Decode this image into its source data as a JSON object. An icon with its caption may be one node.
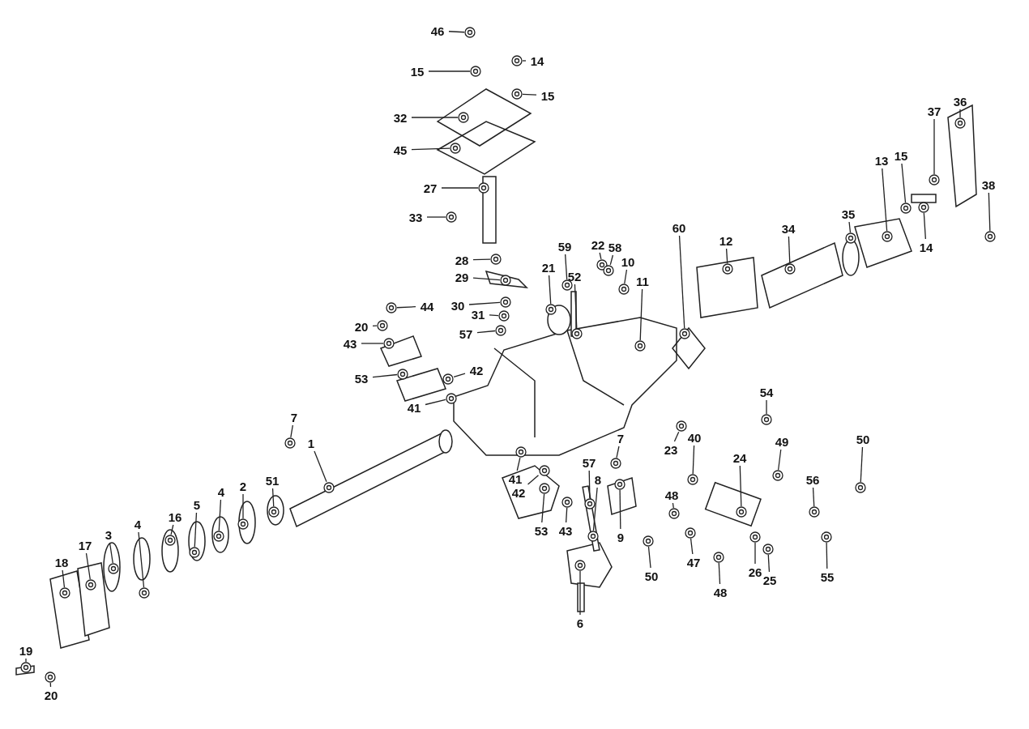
{
  "diagram": {
    "nodes": [
      {
        "text": [
          "46"
        ]
      },
      {
        "text": [
          "14"
        ]
      },
      {
        "text": [
          "15"
        ]
      },
      {
        "text": [
          "15"
        ]
      },
      {
        "text": [
          "32"
        ]
      },
      {
        "text": [
          "45"
        ]
      },
      {
        "text": [
          "27"
        ]
      },
      {
        "text": [
          "33"
        ]
      },
      {
        "text": [
          "28"
        ]
      },
      {
        "text": [
          "29"
        ]
      },
      {
        "text": [
          "30"
        ]
      },
      {
        "text": [
          "31"
        ]
      },
      {
        "text": [
          "57"
        ]
      },
      {
        "text": [
          "44"
        ]
      },
      {
        "text": [
          "20"
        ]
      },
      {
        "text": [
          "43"
        ]
      },
      {
        "text": [
          "53"
        ]
      },
      {
        "text": [
          "42"
        ]
      },
      {
        "text": [
          "41"
        ]
      },
      {
        "text": [
          "59"
        ]
      },
      {
        "text": [
          "22"
        ]
      },
      {
        "text": [
          "58"
        ]
      },
      {
        "text": [
          "52"
        ]
      },
      {
        "text": [
          "21"
        ]
      },
      {
        "text": [
          "10"
        ]
      },
      {
        "text": [
          "11"
        ]
      },
      {
        "text": [
          "60"
        ]
      },
      {
        "text": [
          "12"
        ]
      },
      {
        "text": [
          "34"
        ]
      },
      {
        "text": [
          "35"
        ]
      },
      {
        "text": [
          "13"
        ]
      },
      {
        "text": [
          "15"
        ]
      },
      {
        "text": [
          "37"
        ]
      },
      {
        "text": [
          "36"
        ]
      },
      {
        "text": [
          "38"
        ]
      },
      {
        "text": [
          "14"
        ]
      },
      {
        "text": [
          "7"
        ]
      },
      {
        "text": [
          "1"
        ]
      },
      {
        "text": [
          "51"
        ]
      },
      {
        "text": [
          "4"
        ]
      },
      {
        "text": [
          "2"
        ]
      },
      {
        "text": [
          "5"
        ]
      },
      {
        "text": [
          "16"
        ]
      },
      {
        "text": [
          "3"
        ]
      },
      {
        "text": [
          "4"
        ]
      },
      {
        "text": [
          "17"
        ]
      },
      {
        "text": [
          "18"
        ]
      },
      {
        "text": [
          "19"
        ]
      },
      {
        "text": [
          "20"
        ]
      },
      {
        "text": [
          "41"
        ]
      },
      {
        "text": [
          "42"
        ]
      },
      {
        "text": [
          "53"
        ]
      },
      {
        "text": [
          "43"
        ]
      },
      {
        "text": [
          "57"
        ]
      },
      {
        "text": [
          "8"
        ]
      },
      {
        "text": [
          "7"
        ]
      },
      {
        "text": [
          "9"
        ]
      },
      {
        "text": [
          "6"
        ]
      },
      {
        "text": [
          "23"
        ]
      },
      {
        "text": [
          "40"
        ]
      },
      {
        "text": [
          "48"
        ]
      },
      {
        "text": [
          "50"
        ]
      },
      {
        "text": [
          "47"
        ]
      },
      {
        "text": [
          "48"
        ]
      },
      {
        "text": [
          "24"
        ]
      },
      {
        "text": [
          "26"
        ]
      },
      {
        "text": [
          "25"
        ]
      },
      {
        "text": [
          "54"
        ]
      },
      {
        "text": [
          "49"
        ]
      },
      {
        "text": [
          "56"
        ]
      },
      {
        "text": [
          "55"
        ]
      },
      {
        "text": [
          "50"
        ]
      },
      {
        "text": [],
        "shape": "picture"
      },
      {
        "text": [],
        "shape": "picture"
      },
      {
        "text": [],
        "shape": "picture"
      },
      {
        "text": [],
        "shape": "picture"
      },
      {
        "text": [],
        "shape": "picture"
      },
      {
        "text": [],
        "shape": "picture"
      },
      {
        "text": [],
        "shape": "picture"
      },
      {
        "text": [],
        "shape": "picture"
      },
      {
        "text": [],
        "shape": "picture"
      },
      {
        "text": [],
        "shape": "picture"
      },
      {
        "text": [],
        "shape": "picture"
      },
      {
        "text": [],
        "shape": "picture"
      },
      {
        "text": [],
        "shape": "picture"
      },
      {
        "text": [],
        "shape": "picture"
      },
      {
        "text": [],
        "shape": "picture"
      },
      {
        "text": [],
        "shape": "picture"
      },
      {
        "text": [],
        "shape": "picture"
      },
      {
        "text": [],
        "shape": "picture"
      },
      {
        "text": [],
        "shape": "picture"
      },
      {
        "text": [],
        "shape": "picture"
      },
      {
        "text": [],
        "shape": "picture"
      },
      {
        "text": [],
        "shape": "picture"
      },
      {
        "text": [],
        "shape": "picture"
      },
      {
        "text": [],
        "shape": "picture"
      },
      {
        "text": [],
        "shape": "picture"
      },
      {
        "text": [],
        "shape": "picture"
      },
      {
        "text": [],
        "shape": "picture"
      },
      {
        "text": [],
        "shape": "picture"
      },
      {
        "text": [],
        "shape": "picture"
      },
      {
        "text": [],
        "shape": "picture"
      },
      {
        "text": [],
        "shape": "picture"
      },
      {
        "text": [],
        "shape": "picture"
      },
      {
        "text": [],
        "shape": "picture"
      },
      {
        "text": [],
        "shape": "picture"
      },
      {
        "text": [],
        "shape": "picture"
      },
      {
        "text": [],
        "shape": "picture"
      },
      {
        "text": [],
        "shape": "picture"
      },
      {
        "text": [],
        "shape": "picture"
      },
      {
        "text": [],
        "shape": "picture"
      },
      {
        "text": [],
        "shape": "picture"
      },
      {
        "text": [],
        "shape": "picture"
      },
      {
        "text": [],
        "shape": "picture"
      },
      {
        "text": [],
        "shape": "picture"
      },
      {
        "text": [],
        "shape": "picture"
      },
      {
        "text": [],
        "shape": "picture"
      },
      {
        "text": [],
        "shape": "picture"
      },
      {
        "text": [],
        "shape": "picture"
      },
      {
        "text": [],
        "shape": "picture"
      },
      {
        "text": [],
        "shape": "picture"
      },
      {
        "text": [],
        "shape": "picture"
      },
      {
        "text": [],
        "shape": "picture"
      },
      {
        "text": [],
        "shape": "picture"
      },
      {
        "text": [],
        "shape": "picture"
      },
      {
        "text": [],
        "shape": "picture"
      },
      {
        "text": [],
        "shape": "picture"
      },
      {
        "text": [],
        "shape": "picture"
      },
      {
        "text": [],
        "shape": "picture"
      },
      {
        "text": [],
        "shape": "picture"
      },
      {
        "text": [],
        "shape": "picture"
      },
      {
        "text": [],
        "shape": "picture"
      },
      {
        "text": [],
        "shape": "picture"
      },
      {
        "text": [],
        "shape": "picture"
      },
      {
        "text": [],
        "shape": "picture"
      },
      {
        "text": [],
        "shape": "picture"
      },
      {
        "text": [],
        "shape": "picture"
      },
      {
        "text": [],
        "shape": "picture"
      },
      {
        "text": [],
        "shape": "picture"
      },
      {
        "text": [],
        "shape": "picture"
      },
      {
        "text": [],
        "shape": "picture"
      },
      {
        "text": [],
        "shape": "picture"
      },
      {
        "text": [],
        "shape": "picture"
      },
      {
        "text": [],
        "shape": "picture"
      }
    ],
    "edges": [
      {
        "from": 0,
        "to": 72,
        "arrow": "none"
      },
      {
        "from": 1,
        "to": 73,
        "arrow": "none"
      },
      {
        "from": 2,
        "to": 74,
        "arrow": "none"
      },
      {
        "from": 3,
        "to": 75,
        "arrow": "none"
      },
      {
        "from": 4,
        "to": 76,
        "arrow": "none"
      },
      {
        "from": 5,
        "to": 77,
        "arrow": "none"
      },
      {
        "from": 6,
        "to": 78,
        "arrow": "none"
      },
      {
        "from": 7,
        "to": 79,
        "arrow": "none"
      },
      {
        "from": 8,
        "to": 80,
        "arrow": "none"
      },
      {
        "from": 9,
        "to": 81,
        "arrow": "none"
      },
      {
        "from": 10,
        "to": 82,
        "arrow": "none"
      },
      {
        "from": 11,
        "to": 83,
        "arrow": "none"
      },
      {
        "from": 12,
        "to": 84,
        "arrow": "none"
      },
      {
        "from": 13,
        "to": 85,
        "arrow": "none"
      },
      {
        "from": 14,
        "to": 86,
        "arrow": "none"
      },
      {
        "from": 15,
        "to": 87,
        "arrow": "none"
      },
      {
        "from": 16,
        "to": 88,
        "arrow": "none"
      },
      {
        "from": 17,
        "to": 89,
        "arrow": "none"
      },
      {
        "from": 18,
        "to": 90,
        "arrow": "none"
      },
      {
        "from": 19,
        "to": 91,
        "arrow": "none"
      },
      {
        "from": 20,
        "to": 92,
        "arrow": "none"
      },
      {
        "from": 21,
        "to": 93,
        "arrow": "none"
      },
      {
        "from": 22,
        "to": 94,
        "arrow": "none"
      },
      {
        "from": 23,
        "to": 95,
        "arrow": "none"
      },
      {
        "from": 24,
        "to": 96,
        "arrow": "none"
      },
      {
        "from": 25,
        "to": 97,
        "arrow": "none"
      },
      {
        "from": 26,
        "to": 98,
        "arrow": "none"
      },
      {
        "from": 27,
        "to": 99,
        "arrow": "none"
      },
      {
        "from": 28,
        "to": 100,
        "arrow": "none"
      },
      {
        "from": 29,
        "to": 101,
        "arrow": "none"
      },
      {
        "from": 30,
        "to": 102,
        "arrow": "none"
      },
      {
        "from": 31,
        "to": 103,
        "arrow": "none"
      },
      {
        "from": 32,
        "to": 104,
        "arrow": "none"
      },
      {
        "from": 33,
        "to": 105,
        "arrow": "none"
      },
      {
        "from": 34,
        "to": 106,
        "arrow": "none"
      },
      {
        "from": 35,
        "to": 107,
        "arrow": "none"
      },
      {
        "from": 36,
        "to": 108,
        "arrow": "none"
      },
      {
        "from": 37,
        "to": 109,
        "arrow": "none"
      },
      {
        "from": 38,
        "to": 110,
        "arrow": "none"
      },
      {
        "from": 39,
        "to": 111,
        "arrow": "none"
      },
      {
        "from": 40,
        "to": 112,
        "arrow": "none"
      },
      {
        "from": 41,
        "to": 113,
        "arrow": "none"
      },
      {
        "from": 42,
        "to": 114,
        "arrow": "none"
      },
      {
        "from": 43,
        "to": 115,
        "arrow": "none"
      },
      {
        "from": 44,
        "to": 116,
        "arrow": "none"
      },
      {
        "from": 45,
        "to": 117,
        "arrow": "none"
      },
      {
        "from": 46,
        "to": 118,
        "arrow": "none"
      },
      {
        "from": 47,
        "to": 119,
        "arrow": "none"
      },
      {
        "from": 48,
        "to": 120,
        "arrow": "none"
      },
      {
        "from": 49,
        "to": 121,
        "arrow": "none"
      },
      {
        "from": 50,
        "to": 122,
        "arrow": "none"
      },
      {
        "from": 51,
        "to": 123,
        "arrow": "none"
      },
      {
        "from": 52,
        "to": 124,
        "arrow": "none"
      },
      {
        "from": 53,
        "to": 125,
        "arrow": "none"
      },
      {
        "from": 54,
        "to": 126,
        "arrow": "none"
      },
      {
        "from": 55,
        "to": 127,
        "arrow": "none"
      },
      {
        "from": 56,
        "to": 128,
        "arrow": "none"
      },
      {
        "from": 57,
        "to": 129,
        "arrow": "none"
      },
      {
        "from": 58,
        "to": 130,
        "arrow": "none"
      },
      {
        "from": 59,
        "to": 131,
        "arrow": "none"
      },
      {
        "from": 60,
        "to": 132,
        "arrow": "none"
      },
      {
        "from": 61,
        "to": 133,
        "arrow": "none"
      },
      {
        "from": 62,
        "to": 134,
        "arrow": "none"
      },
      {
        "from": 63,
        "to": 135,
        "arrow": "none"
      },
      {
        "from": 64,
        "to": 136,
        "arrow": "none"
      },
      {
        "from": 65,
        "to": 137,
        "arrow": "none"
      },
      {
        "from": 66,
        "to": 138,
        "arrow": "none"
      },
      {
        "from": 67,
        "to": 139,
        "arrow": "none"
      },
      {
        "from": 68,
        "to": 140,
        "arrow": "none"
      },
      {
        "from": 69,
        "to": 141,
        "arrow": "none"
      },
      {
        "from": 70,
        "to": 142,
        "arrow": "none"
      },
      {
        "from": 71,
        "to": 143,
        "arrow": "none"
      }
    ]
  }
}
